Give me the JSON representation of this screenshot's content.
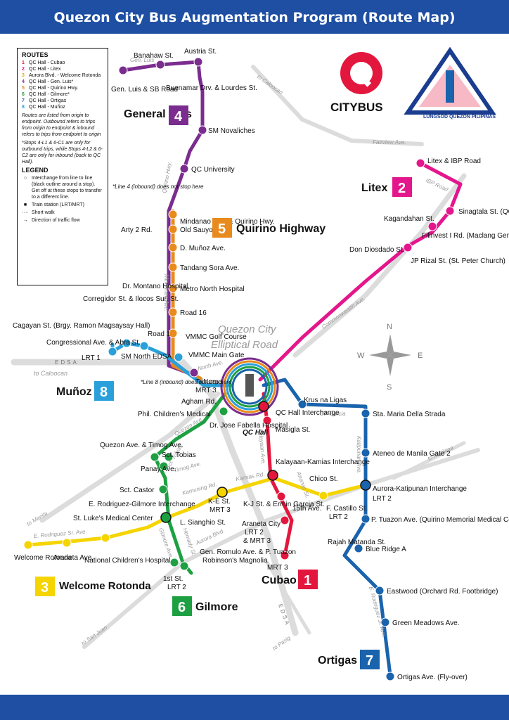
{
  "header": {
    "title": "Quezon City Bus Augmentation Program (Route Map)"
  },
  "logo": {
    "brand": "CITYBUS",
    "seal_text": "LUNGSOD QUEZON PILIPINAS"
  },
  "legend": {
    "routes_title": "ROUTES",
    "routes": [
      {
        "num": "1",
        "name": "QC Hall - Cubao",
        "color": "#e3173e"
      },
      {
        "num": "2",
        "name": "QC Hall - Litex",
        "color": "#e4168c"
      },
      {
        "num": "3",
        "name": "Aurora Blvd. - Welcome Rotonda",
        "color": "#d4b200"
      },
      {
        "num": "4",
        "name": "QC Hall - Gen. Luis*",
        "color": "#7b2c8f"
      },
      {
        "num": "5",
        "name": "QC Hall - Quirino Hwy.",
        "color": "#e98a1c"
      },
      {
        "num": "6",
        "name": "QC Hall - Gilmore*",
        "color": "#1ea042"
      },
      {
        "num": "7",
        "name": "QC Hall - Ortigas",
        "color": "#1a63ad"
      },
      {
        "num": "8",
        "name": "QC Hall - Muñoz",
        "color": "#2aa0da"
      }
    ],
    "routes_note": "Routes are listed from origin to endpoint. Outbound refers to trips from origin to endpoint & inbound refers to trips from endpoint to origin",
    "stops_note": "*Stops 4-L1 & 6-C1 are only for outbound trips, while Stops 4-L2 & 6-C2 are only for inbound (back to QC Hall).",
    "legend_title": "LEGEND",
    "items": [
      {
        "symbol": "○",
        "text": "Interchange from line to line (black outline around a stop). Get off at these stops to transfer to a different line."
      },
      {
        "symbol": "■",
        "text": "Train station (LRT/MRT)"
      },
      {
        "symbol": "····",
        "text": "Short walk"
      },
      {
        "symbol": "→",
        "text": "Direction of traffic flow"
      }
    ]
  },
  "colors": {
    "r1": "#e3173e",
    "r2": "#e4168c",
    "r3": "#f5d400",
    "r4": "#7b2c8f",
    "r5": "#e98a1c",
    "r6": "#1ea042",
    "r7": "#1a63ad",
    "r8": "#2aa0da"
  },
  "routes_badges": [
    {
      "name": "General Luis",
      "num": "4"
    },
    {
      "name": "Quirino Highway",
      "num": "5"
    },
    {
      "name": "Litex",
      "num": "2"
    },
    {
      "name": "Muñoz",
      "num": "8"
    },
    {
      "name": "Welcome Rotonda",
      "num": "3"
    },
    {
      "name": "Cubao",
      "num": "1"
    },
    {
      "name": "Gilmore",
      "num": "6"
    },
    {
      "name": "Ortigas",
      "num": "7"
    }
  ],
  "road_labels": [
    "Quezon City",
    "Elliptical Road",
    "EDSA",
    "to Caloocan",
    "to Manila",
    "to San Juan",
    "to Pasig",
    "to Marikina",
    "Fairview Ave.",
    "IBP Road",
    "Commonwealth Ave.",
    "Gen. Luis",
    "Quirino Hwy.",
    "Mindanao Ave.",
    "Quezon Ave.",
    "Timog Ave.",
    "Kamias Rd.",
    "Kamuning Rd.",
    "E. Rodriguez Sr. Ave.",
    "Aurora Blvd.",
    "Katipunan Ave.",
    "CP Garcia",
    "Kalayaan Ave.",
    "Anonas St.",
    "E. Rodriguez Jr. Ave.",
    "Gilmore Ave.",
    "Hemady St.",
    "Sct. Tobias",
    "North Ave.",
    "EDSA"
  ],
  "notes": {
    "line4": "*Line 4 (inbound) does not stop here",
    "line8": "*Line 8 (inbound) does not stop here",
    "qc_hall": "QC Hall"
  },
  "compass": {
    "n": "N",
    "s": "S",
    "e": "E",
    "w": "W"
  },
  "stops": {
    "r4": [
      "Banahaw St.",
      "Austria St.",
      "Gen. Luis & SB Road",
      "Buenamar Drv. & Lourdes St.",
      "SM Novaliches",
      "QC University"
    ],
    "r5": [
      "Mindanao Ave. & Quirino Hwy.",
      "Arty 2 Rd.",
      "Old Sauyo Rd.",
      "D. Muñoz Ave.",
      "Tandang Sora Ave.",
      "Dr. Montano Hospital",
      "Metro North Hospital",
      "Road 16",
      "Road 1",
      "VMMC Golf Course",
      "VMMC Main Gate"
    ],
    "r8": [
      "Corregidor St. & Ilocos Sur. St.",
      "Cagayan St. (Brgy. Ramon Magsaysay Hall)",
      "Congressional Ave. & Abra St.",
      "LRT 1",
      "SM North EDSA",
      "TriNoma",
      "MRT 3",
      "Agham Rd."
    ],
    "r2": [
      "Litex & IBP Road",
      "Kagandahan St.",
      "Sinagtala St. (QC University)",
      "Filinvest I Rd. (Maclang Gen. Hospital)",
      "Don Diosdado St.",
      "JP Rizal St. (St. Peter Church)"
    ],
    "r7": [
      "Krus na Ligas",
      "Sta. Maria Della Strada",
      "Ateneo de Manila Gate 2",
      "Aurora-Katipunan Interchange",
      "LRT 2",
      "P. Tuazon Ave. (Quirino Memorial Medical Center)",
      "Rajah Matanda St.",
      "Blue Ridge A",
      "Eastwood (Orchard Rd. Footbridge)",
      "Green Meadows Ave.",
      "Ortigas Ave. (Fly-over)"
    ],
    "r1": [
      "QC Hall Interchange",
      "Masigla St.",
      "Kalayaan-Kamias Interchange",
      "K-J St. & Ermin Garcia St.",
      "15th Ave.",
      "Araneta City",
      "LRT 2",
      "& MRT 3",
      "Gen. Romulo Ave. & P. Tuazon",
      "MRT 3"
    ],
    "r6": [
      "Phil. Children's Medical",
      "Dr. Jose Fabella Hospital",
      "Quezon Ave. & Timog Ave.",
      "Sct. Tobias",
      "Panay Ave.",
      "Sct. Castor",
      "E. Rodriguez-Gilmore Interchange",
      "L. Sianghio St.",
      "Robinson's Magnolia",
      "1st St.",
      "LRT 2"
    ],
    "r3": [
      "Chico St.",
      "F. Castillo St.",
      "LRT 2",
      "K-E St.",
      "MRT 3",
      "St. Luke's Medical Center",
      "National Children's Hospital",
      "Welcome Rotonda",
      "Araneta Ave."
    ]
  }
}
